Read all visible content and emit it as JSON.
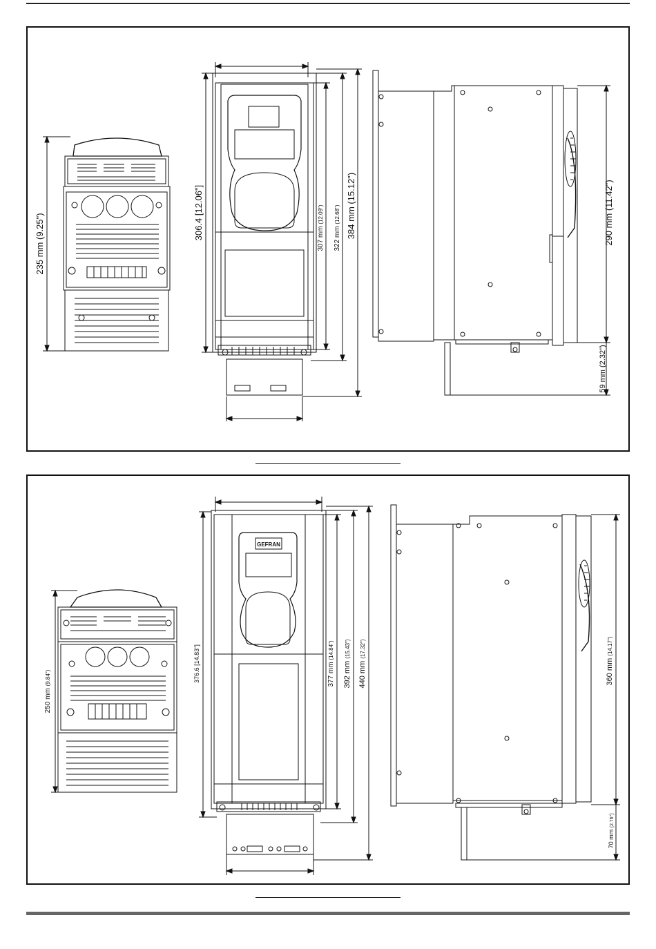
{
  "logo": "GEFRAN",
  "drawing1": {
    "front_height": "235 mm (9.25\")",
    "body_height": "306.4 [12.06\"]",
    "h307": "307 mm",
    "h307_in": "(12.09\")",
    "h322": "322 mm",
    "h322_in": "(12.68\")",
    "h384": "384 mm (15.12\")",
    "side_height": "290 mm (11.42\")",
    "bottom_depth": "59 mm (2.32\")"
  },
  "drawing2": {
    "front_height": "250 mm",
    "front_height_in": "(9.84\")",
    "body_height": "376.6 [14.83\"]",
    "h377": "377 mm",
    "h377_in": "(14.84\")",
    "h392": "392 mm",
    "h392_in": "(15.43\")",
    "h440": "440 mm",
    "h440_in": "(17.32\")",
    "side_height": "360 mm",
    "side_height_in": "(14.17\")",
    "bottom_depth": "70 mm",
    "bottom_depth_in": "(2.76\")"
  }
}
